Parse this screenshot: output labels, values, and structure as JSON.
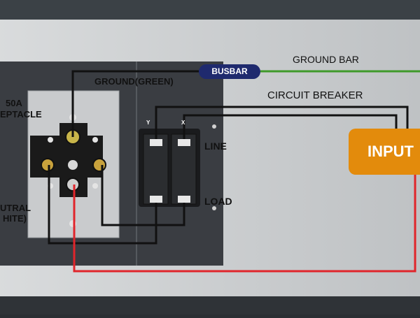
{
  "labels": {
    "ground_bar": "GROUND BAR",
    "circuit_breaker": "CIRCUIT BREAKER",
    "busbar": "BUSBAR",
    "ground_green": "GROUND(GREEN)",
    "receptacle_line1": "50A",
    "receptacle_line2": "EPTACLE",
    "neutral_line1": "UTRAL",
    "neutral_line2": "HITE)",
    "line": "LINE",
    "load": "LOAD",
    "input": "INPUT",
    "pole_y": "Y",
    "pole_x": "X"
  },
  "colors": {
    "ground_wire": "#3f9a2a",
    "hot_wire": "#e0252b",
    "black_wire": "#111111",
    "busbar_fill": "#1f2a6e",
    "input_fill": "#e38b0c",
    "panel": "#3a3d42",
    "overlay": "#e9ebec"
  }
}
